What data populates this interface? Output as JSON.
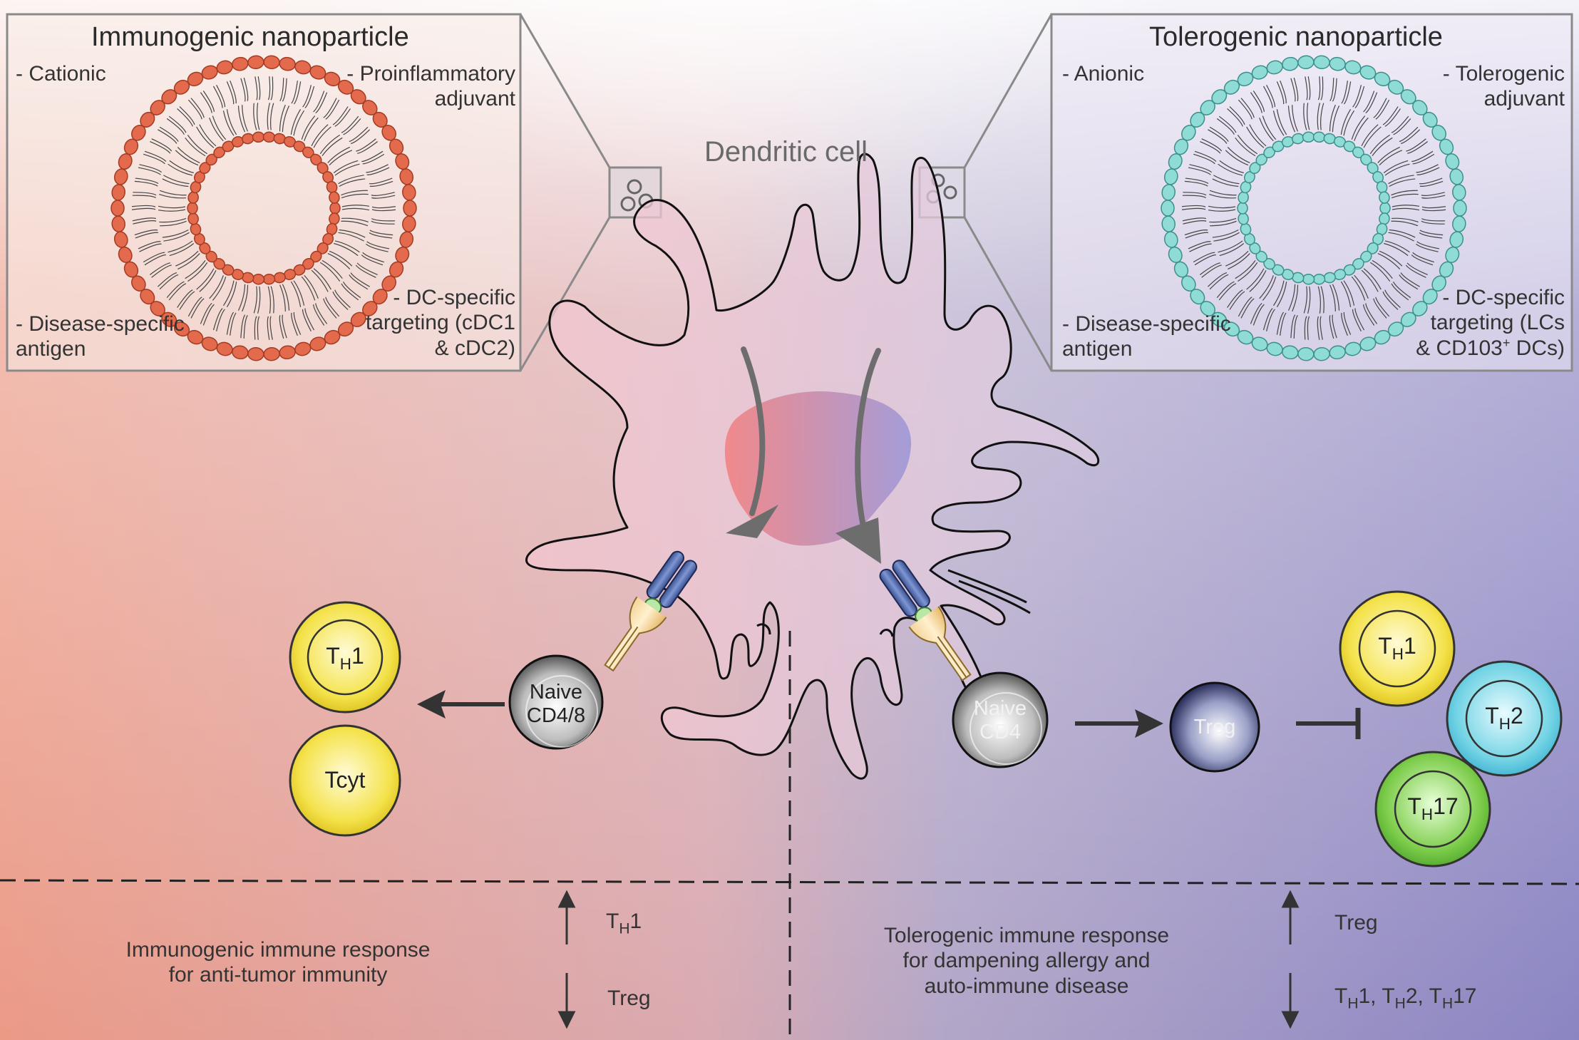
{
  "immunogenic": {
    "title": "Immunogenic nanoparticle",
    "feature_1": "- Cationic",
    "feature_2_l1": "- Proinflammatory",
    "feature_2_l2": "adjuvant",
    "feature_3_l1": "- Disease-specific",
    "feature_3_l2": "antigen",
    "feature_4_l1": "- DC-specific",
    "feature_4_l2": "targeting (cDC1",
    "feature_4_l3": "& cDC2)",
    "color": "#e36a4d"
  },
  "tolerogenic": {
    "title": "Tolerogenic nanoparticle",
    "feature_1": "- Anionic",
    "feature_2_l1": "- Tolerogenic",
    "feature_2_l2": "adjuvant",
    "feature_3_l1": "- Disease-specific",
    "feature_3_l2": "antigen",
    "feature_4_l1": "- DC-specific",
    "feature_4_l2a": "targeting (LCs",
    "feature_4_l3a": "& CD103",
    "feature_4_l3_sup": "+",
    "feature_4_l3b": " DCs)",
    "color": "#8fdcd6"
  },
  "dendritic_cell": {
    "label": "Dendritic cell"
  },
  "cells": {
    "naive_left_l1": "Naive",
    "naive_left_l2": "CD4/8",
    "naive_right_l1": "Naive",
    "naive_right_l2": "CD4",
    "treg": "Treg",
    "th_left_main": "T",
    "th_left_sub": "H",
    "th_left_num": "1",
    "tcyt": "Tcyt",
    "th1_main": "T",
    "th1_sub": "H",
    "th1_num": "1",
    "th2_main": "T",
    "th2_sub": "H",
    "th2_num": "2",
    "th17_main": "T",
    "th17_sub": "H",
    "th17_num": "17"
  },
  "outcomes": {
    "left_l1": "Immunogenic immune response",
    "left_l2": "for anti-tumor immunity",
    "left_up_main": "T",
    "left_up_sub": "H",
    "left_up_num": "1",
    "left_down": "Treg",
    "right_l1": "Tolerogenic immune response",
    "right_l2": "for dampening allergy and",
    "right_l3": "auto-immune disease",
    "right_up": "Treg",
    "right_down_a": "T",
    "right_down_a_sub": "H",
    "right_down_a_num": "1, ",
    "right_down_b": "T",
    "right_down_b_sub": "H",
    "right_down_b_num": "2, ",
    "right_down_c": "T",
    "right_down_c_sub": "H",
    "right_down_c_num": "17"
  },
  "colors": {
    "warm": "#eb9a86",
    "cool": "#8b85c3",
    "th1": "#f1dc2e",
    "th2": "#5ccbdf",
    "th17": "#68c03c",
    "treg": "#1b1d4c",
    "naive": "#3c3c3c"
  }
}
